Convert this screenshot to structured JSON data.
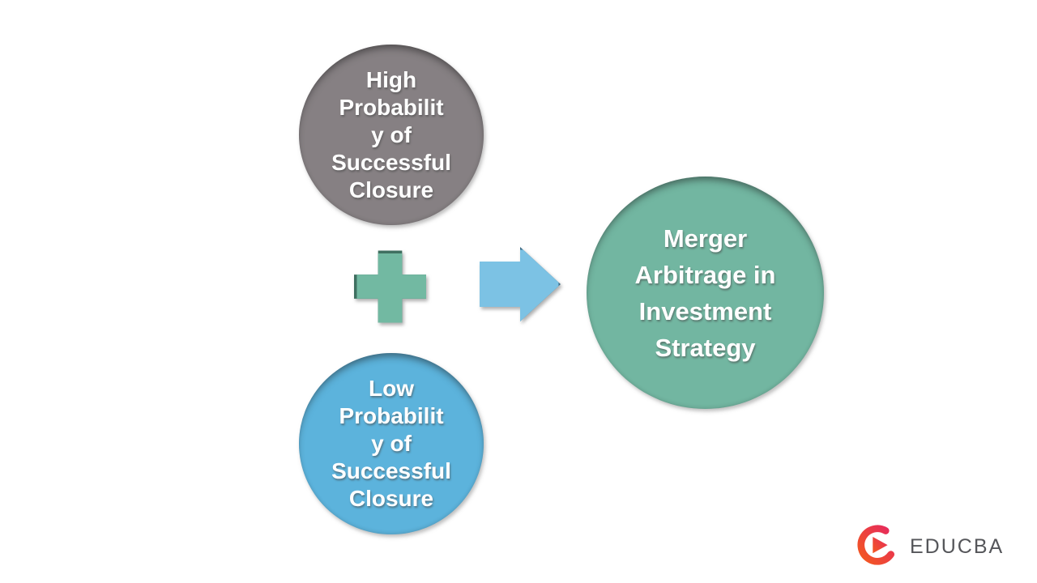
{
  "page": {
    "background_color": "#ffffff"
  },
  "diagram": {
    "inputs": [
      {
        "id": "high-probability",
        "lines": [
          "High",
          "Probabilit",
          "y of",
          "Successful",
          "Closure"
        ],
        "color": "#868083"
      },
      {
        "id": "low-probability",
        "lines": [
          "Low",
          "Probabilit",
          "y of",
          "Successful",
          "Closure"
        ],
        "color": "#5cb3dc"
      }
    ],
    "result": {
      "id": "merger-arbitrage",
      "lines": [
        "Merger",
        "Arbitrage in",
        "Investment",
        "Strategy"
      ],
      "color": "#72b6a1"
    },
    "operators": {
      "plus_color": "#72b9a2",
      "plus_shadow_color": "#3f6f60",
      "arrow_color": "#7cc2e4",
      "arrow_shadow_color": "#3c6b85"
    }
  },
  "branding": {
    "name": "EDUCBA",
    "text_color": "#55565a",
    "logo_gradient_start": "#e62a5e",
    "logo_gradient_end": "#f3591f"
  }
}
